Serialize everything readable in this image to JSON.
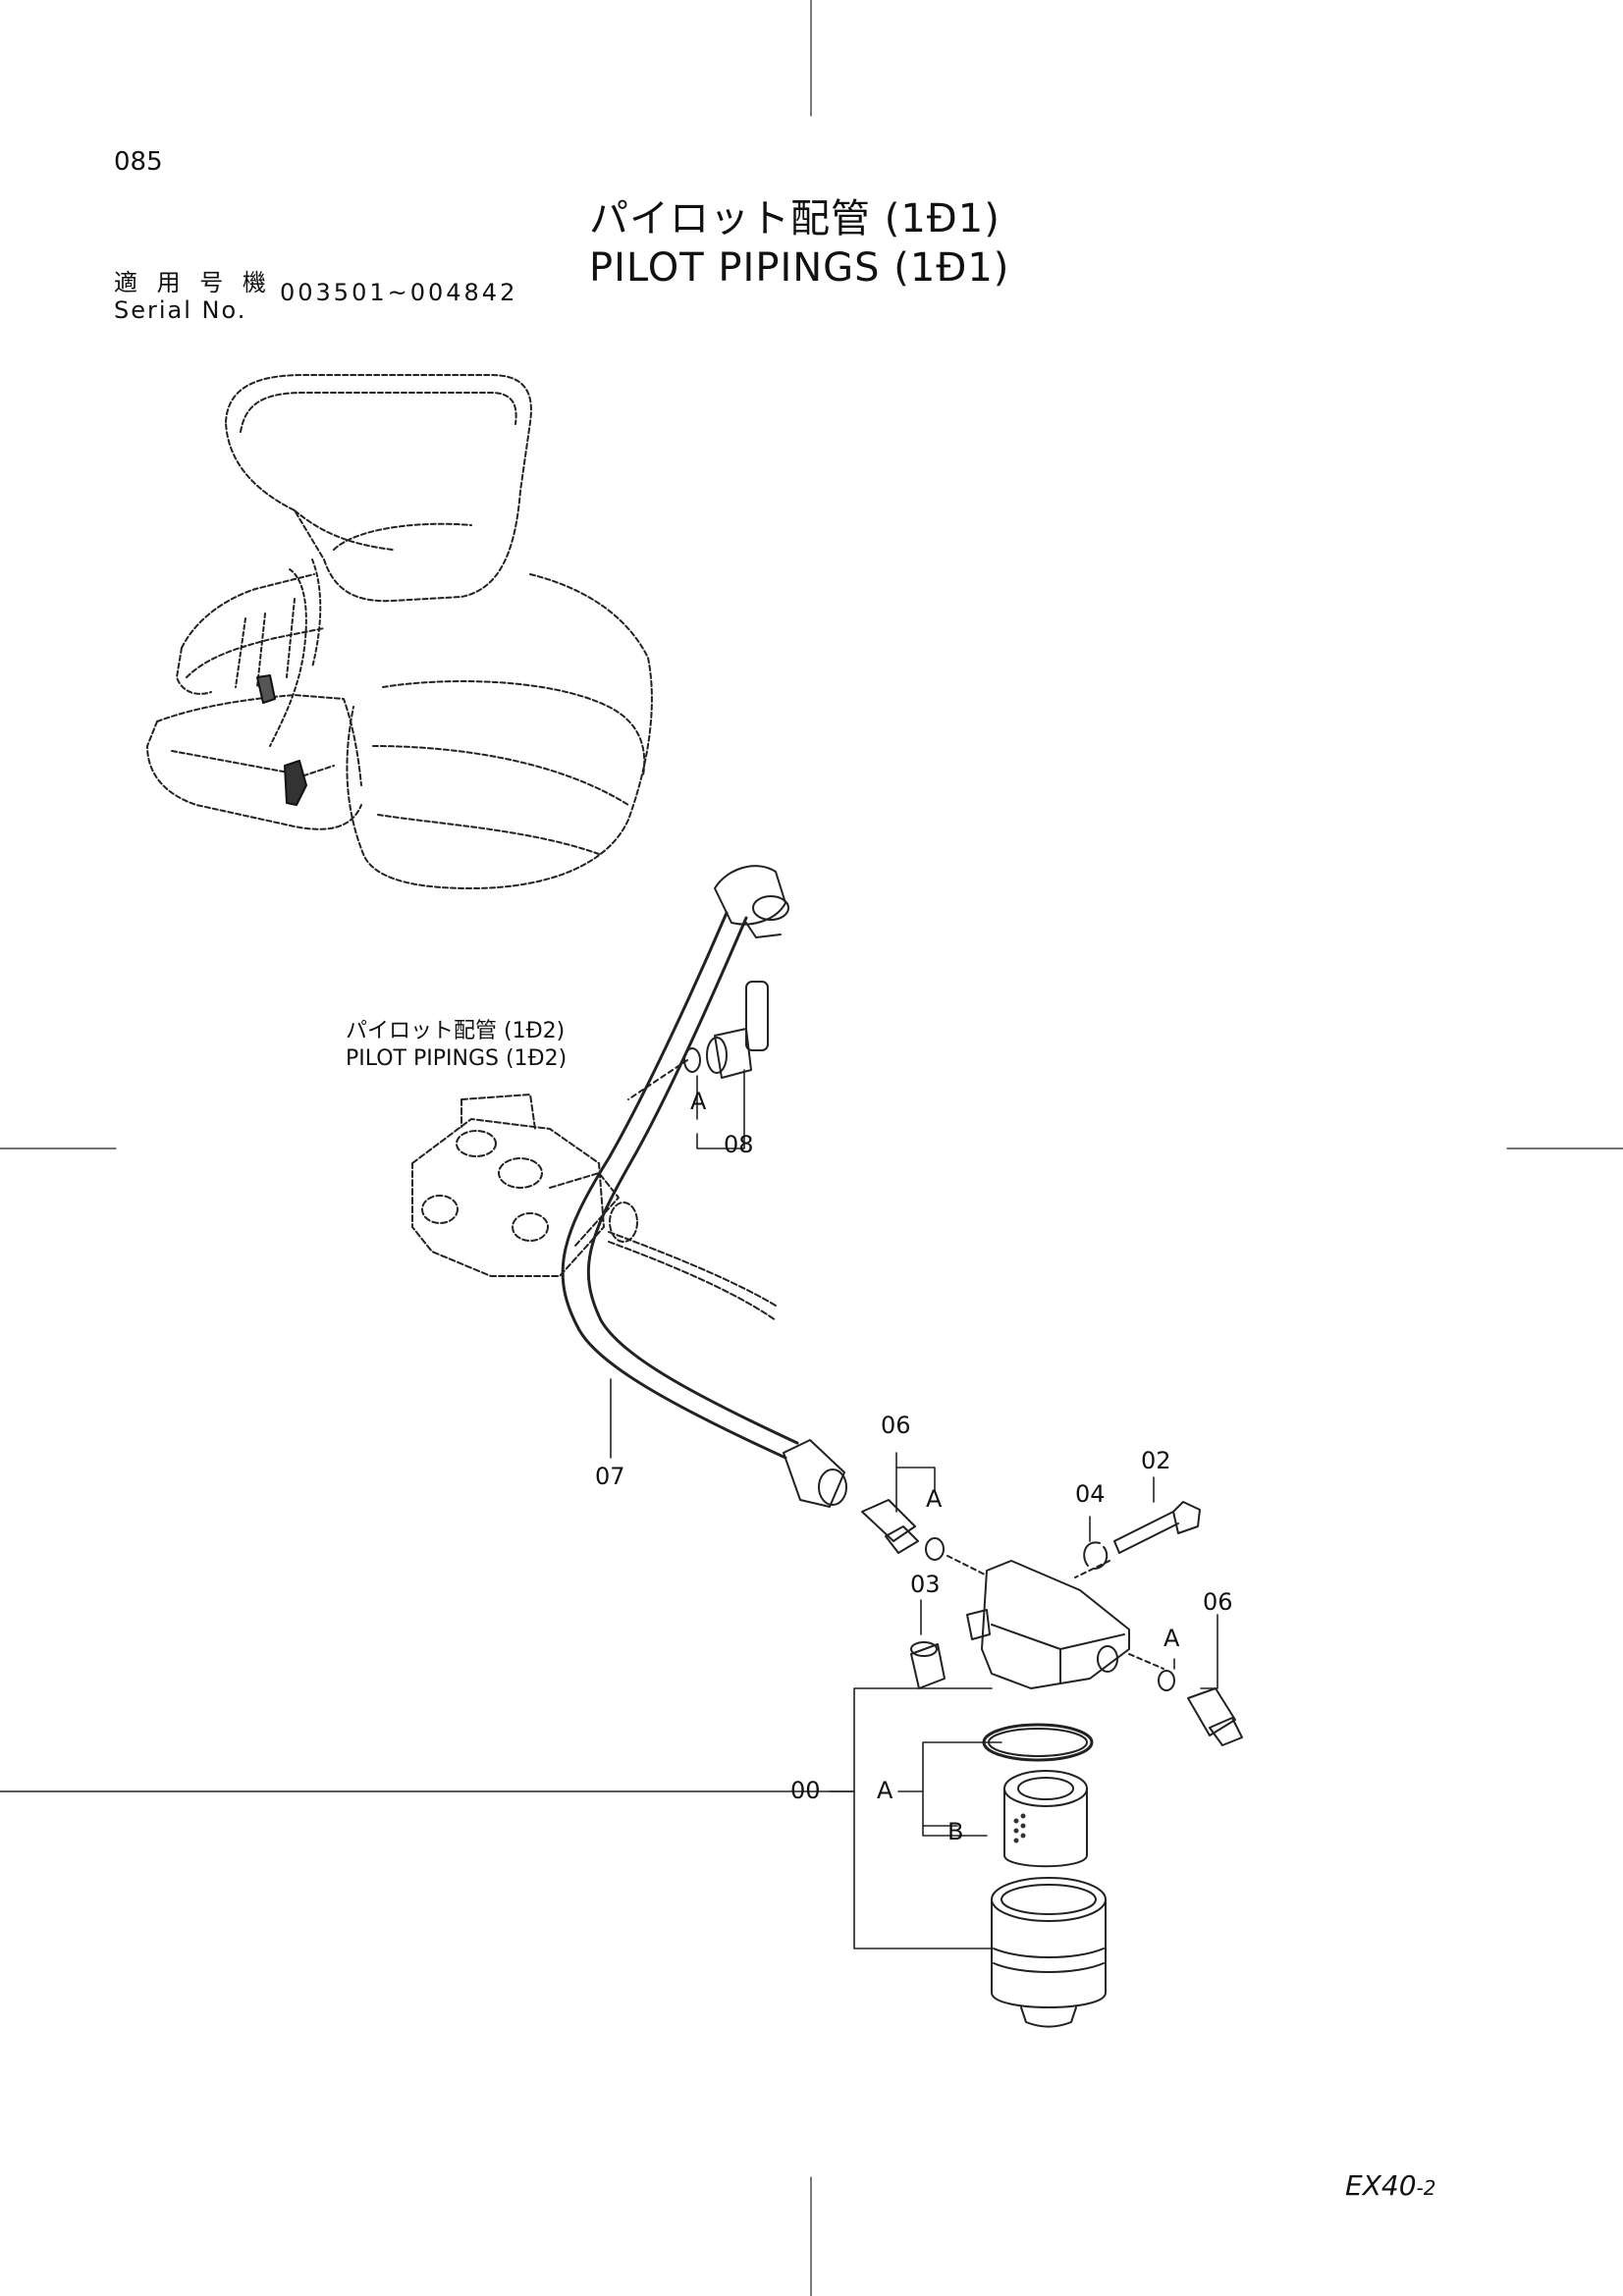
{
  "page_number": "085",
  "title": {
    "japanese": "パイロット配管 (1Ð1)",
    "english": "PILOT PIPINGS (1Ð1)"
  },
  "serial": {
    "label_japanese": "適 用 号 機",
    "label_english": "Serial No.",
    "range": "003501~004842"
  },
  "reference": {
    "japanese": "パイロット配管 (1Ð2)",
    "english": "PILOT PIPINGS (1Ð2)"
  },
  "callouts": {
    "p00": "00",
    "p02": "02",
    "p03": "03",
    "p04": "04",
    "p06a": "06",
    "p06b": "06",
    "p07": "07",
    "p08": "08",
    "a1": "A",
    "a2": "A",
    "a3": "A",
    "a4": "A",
    "b1": "B"
  },
  "model": {
    "name": "EX40",
    "suffix": "-2"
  },
  "colors": {
    "line": "#222222",
    "background": "#ffffff"
  }
}
